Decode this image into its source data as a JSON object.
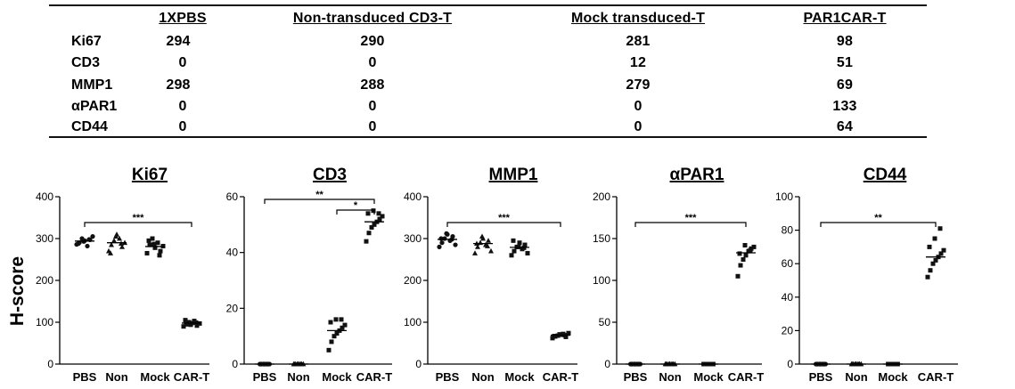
{
  "table": {
    "headers": [
      "",
      "1XPBS",
      "Non-transduced CD3-T",
      "Mock transduced-T",
      "PAR1CAR-T"
    ],
    "rows": [
      {
        "label": "Ki67",
        "values": [
          "294",
          "290",
          "281",
          "98"
        ]
      },
      {
        "label": "CD3",
        "values": [
          "0",
          "0",
          "12",
          "51"
        ]
      },
      {
        "label": "MMP1",
        "values": [
          "298",
          "288",
          "279",
          "69"
        ]
      },
      {
        "label": "αPAR1",
        "values": [
          "0",
          "0",
          "0",
          "133"
        ]
      },
      {
        "label": "CD44",
        "values": [
          "0",
          "0",
          "0",
          "64"
        ]
      }
    ]
  },
  "shared_ylabel": "H-score",
  "chart_data": [
    {
      "type": "scatter",
      "title": "Ki67",
      "categories": [
        "PBS",
        "Non",
        "Mock",
        "CAR-T"
      ],
      "ylim": [
        0,
        400
      ],
      "yticks": [
        0,
        100,
        200,
        300,
        400
      ],
      "means": [
        294,
        290,
        281,
        98
      ],
      "points": [
        [
          286,
          290,
          300,
          295,
          282,
          297,
          305,
          288,
          293,
          298
        ],
        [
          270,
          285,
          295,
          310,
          300,
          280,
          290,
          265,
          305,
          288
        ],
        [
          265,
          285,
          300,
          278,
          290,
          270,
          282,
          295,
          287,
          260
        ],
        [
          90,
          95,
          100,
          98,
          103,
          92,
          97,
          105,
          94,
          99
        ]
      ],
      "significance": [
        {
          "from": 0,
          "to": 3,
          "label": "***"
        }
      ]
    },
    {
      "type": "scatter",
      "title": "CD3",
      "categories": [
        "PBS",
        "Non",
        "Mock",
        "CAR-T"
      ],
      "ylim": [
        0,
        60
      ],
      "yticks": [
        0,
        20,
        40,
        60
      ],
      "means": [
        0,
        0,
        12,
        51
      ],
      "points": [
        [
          0,
          0,
          0,
          0,
          0,
          0,
          0,
          0,
          0,
          0
        ],
        [
          0,
          0,
          0,
          0,
          0,
          0,
          0,
          0,
          0,
          0
        ],
        [
          5,
          8,
          10,
          11,
          12,
          13,
          14,
          15,
          16,
          16
        ],
        [
          44,
          47,
          49,
          50,
          51,
          52,
          53,
          54,
          55,
          54
        ]
      ],
      "significance": [
        {
          "from": 0,
          "to": 3,
          "label": "**"
        },
        {
          "from": 2,
          "to": 3,
          "label": "*"
        }
      ]
    },
    {
      "type": "scatter",
      "title": "MMP1",
      "categories": [
        "PBS",
        "Non",
        "Mock",
        "CAR-T"
      ],
      "ylim": [
        0,
        400
      ],
      "yticks": [
        0,
        100,
        200,
        300,
        400
      ],
      "means": [
        298,
        288,
        279,
        69
      ],
      "points": [
        [
          280,
          290,
          300,
          310,
          295,
          305,
          285,
          300,
          312,
          298
        ],
        [
          265,
          280,
          290,
          300,
          285,
          295,
          270,
          288,
          305,
          282
        ],
        [
          260,
          270,
          280,
          290,
          275,
          285,
          265,
          295,
          280,
          278
        ],
        [
          62,
          66,
          68,
          70,
          72,
          65,
          74,
          67,
          71,
          69
        ]
      ],
      "significance": [
        {
          "from": 0,
          "to": 3,
          "label": "***"
        }
      ]
    },
    {
      "type": "scatter",
      "title": "αPAR1",
      "categories": [
        "PBS",
        "Non",
        "Mock",
        "CAR-T"
      ],
      "ylim": [
        0,
        200
      ],
      "yticks": [
        0,
        50,
        100,
        150,
        200
      ],
      "means": [
        0,
        0,
        0,
        133
      ],
      "points": [
        [
          0,
          0,
          0,
          0,
          0,
          0,
          0,
          0,
          0,
          0
        ],
        [
          0,
          0,
          0,
          0,
          0,
          0,
          0,
          0,
          0,
          0
        ],
        [
          0,
          0,
          0,
          0,
          0,
          0,
          0,
          0,
          0,
          0
        ],
        [
          105,
          118,
          125,
          130,
          135,
          138,
          140,
          132,
          142,
          136
        ]
      ],
      "significance": [
        {
          "from": 0,
          "to": 3,
          "label": "***"
        }
      ]
    },
    {
      "type": "scatter",
      "title": "CD44",
      "categories": [
        "PBS",
        "Non",
        "Mock",
        "CAR-T"
      ],
      "ylim": [
        0,
        100
      ],
      "yticks": [
        0,
        20,
        40,
        60,
        80,
        100
      ],
      "means": [
        0,
        0,
        0,
        64
      ],
      "points": [
        [
          0,
          0,
          0,
          0,
          0,
          0,
          0,
          0,
          0,
          0
        ],
        [
          0,
          0,
          0,
          0,
          0,
          0,
          0,
          0,
          0,
          0
        ],
        [
          0,
          0,
          0,
          0,
          0,
          0,
          0,
          0,
          0,
          0
        ],
        [
          52,
          56,
          60,
          62,
          64,
          66,
          68,
          70,
          75,
          81
        ]
      ],
      "significance": [
        {
          "from": 0,
          "to": 3,
          "label": "**"
        }
      ]
    }
  ]
}
